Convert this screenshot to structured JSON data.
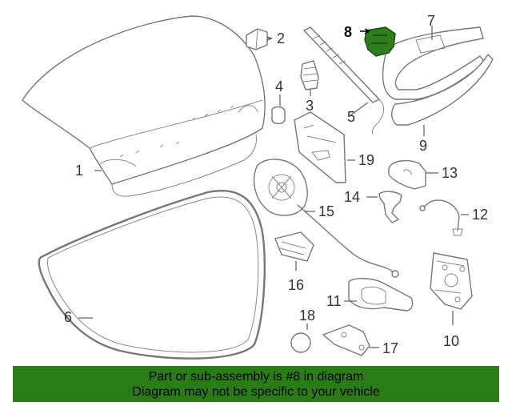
{
  "callouts": [
    {
      "number": "1"
    },
    {
      "number": "2"
    },
    {
      "number": "3"
    },
    {
      "number": "4"
    },
    {
      "number": "5"
    },
    {
      "number": "6"
    },
    {
      "number": "7"
    },
    {
      "number": "8"
    },
    {
      "number": "9"
    },
    {
      "number": "10"
    },
    {
      "number": "11"
    },
    {
      "number": "12"
    },
    {
      "number": "13"
    },
    {
      "number": "14"
    },
    {
      "number": "15"
    },
    {
      "number": "16"
    },
    {
      "number": "17"
    },
    {
      "number": "18"
    },
    {
      "number": "19"
    }
  ],
  "highlighted_part": "8",
  "colors": {
    "highlight": "#2e7d1e",
    "banner": "#2a7d16"
  },
  "banner": {
    "line1": "Part or sub-assembly is #8 in diagram",
    "line2": "Diagram may not be specific to your vehicle"
  }
}
